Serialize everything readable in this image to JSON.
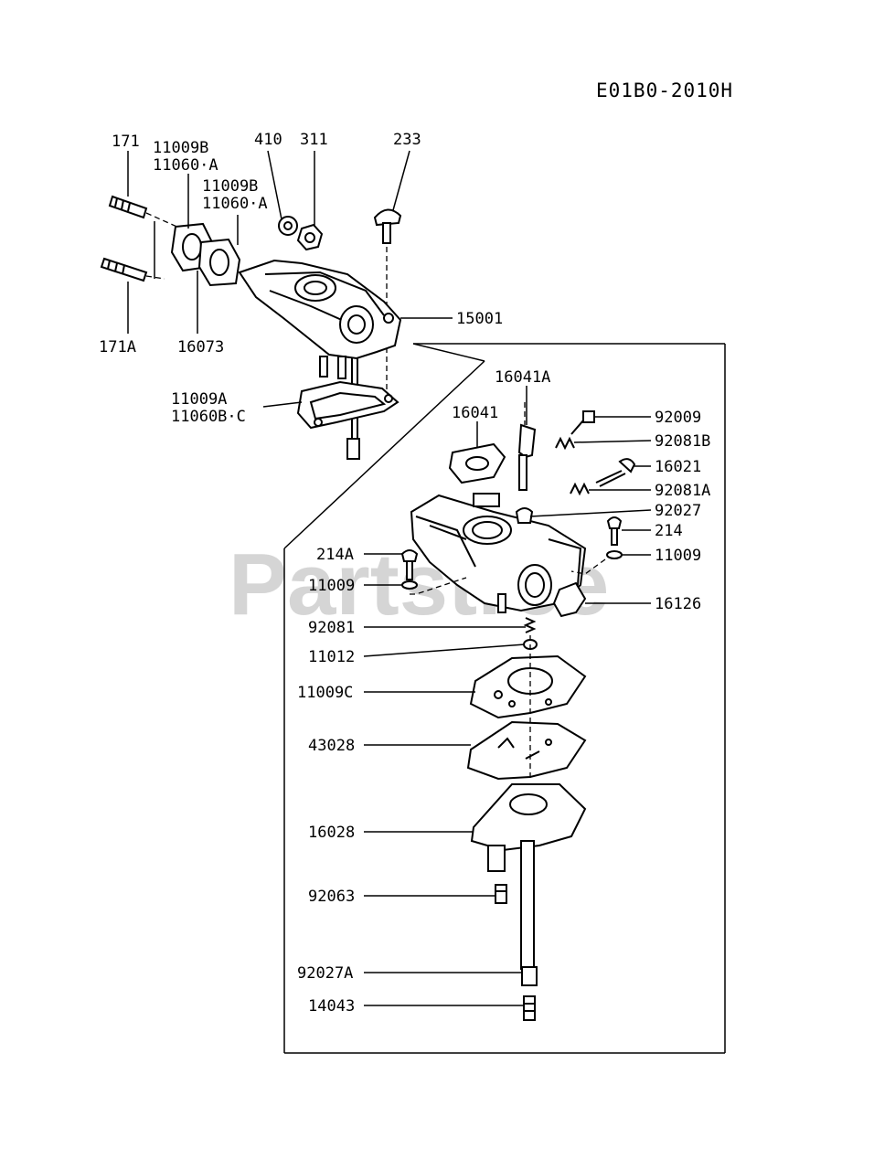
{
  "diagram_code": "E01B0-2010H",
  "watermark": "Partstree",
  "labels": {
    "l171": "171",
    "l171a": "171A",
    "l11009b_1": "11009B",
    "l11060a_1": "11060·A",
    "l11009b_2": "11009B",
    "l11060a_2": "11060·A",
    "l410": "410",
    "l311": "311",
    "l233": "233",
    "l16073": "16073",
    "l15001": "15001",
    "l11009a": "11009A",
    "l11060bc": "11060B·C",
    "l16041a": "16041A",
    "l16041": "16041",
    "l92009": "92009",
    "l92081b": "92081B",
    "l16021": "16021",
    "l92081a": "92081A",
    "l92027": "92027",
    "l214": "214",
    "l11009r": "11009",
    "l214a": "214A",
    "l11009l": "11009",
    "l16126": "16126",
    "l92081": "92081",
    "l11012": "11012",
    "l11009c": "11009C",
    "l43028": "43028",
    "l16028": "16028",
    "l92063": "92063",
    "l92027a": "92027A",
    "l14043": "14043"
  }
}
